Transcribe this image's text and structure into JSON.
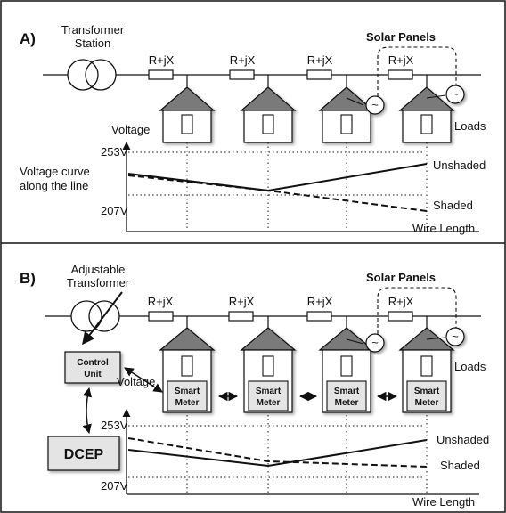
{
  "panel_a": {
    "letter": "A)",
    "transformer_label_line1": "Transformer",
    "transformer_label_line2": "Station",
    "solar_label": "Solar Panels",
    "impedance_labels": [
      "R+jX",
      "R+jX",
      "R+jX",
      "R+jX"
    ],
    "generator_symbol": "~",
    "loads_label": "Loads",
    "voltage_axis_label": "Voltage",
    "v_upper": "253V",
    "v_lower": "207V",
    "curve_label_line1": "Voltage curve",
    "curve_label_line2": "along the line",
    "unshaded_label": "Unshaded",
    "shaded_label": "Shaded",
    "x_axis_label": "Wire Length"
  },
  "panel_b": {
    "letter": "B)",
    "transformer_label_line1": "Adjustable",
    "transformer_label_line2": "Transformer",
    "solar_label": "Solar Panels",
    "impedance_labels": [
      "R+jX",
      "R+jX",
      "R+jX",
      "R+jX"
    ],
    "generator_symbol": "~",
    "loads_label": "Loads",
    "control_unit_line1": "Control",
    "control_unit_line2": "Unit",
    "smart_meter_line1": "Smart",
    "smart_meter_line2": "Meter",
    "voltage_axis_label": "Voltage",
    "v_upper": "253V",
    "v_lower": "207V",
    "dcep_label": "DCEP",
    "unshaded_label": "Unshaded",
    "shaded_label": "Shaded",
    "x_axis_label": "Wire Length"
  },
  "colors": {
    "roof": "#7a7a7a",
    "box_fill": "#e4e4e4",
    "line": "#111111"
  }
}
